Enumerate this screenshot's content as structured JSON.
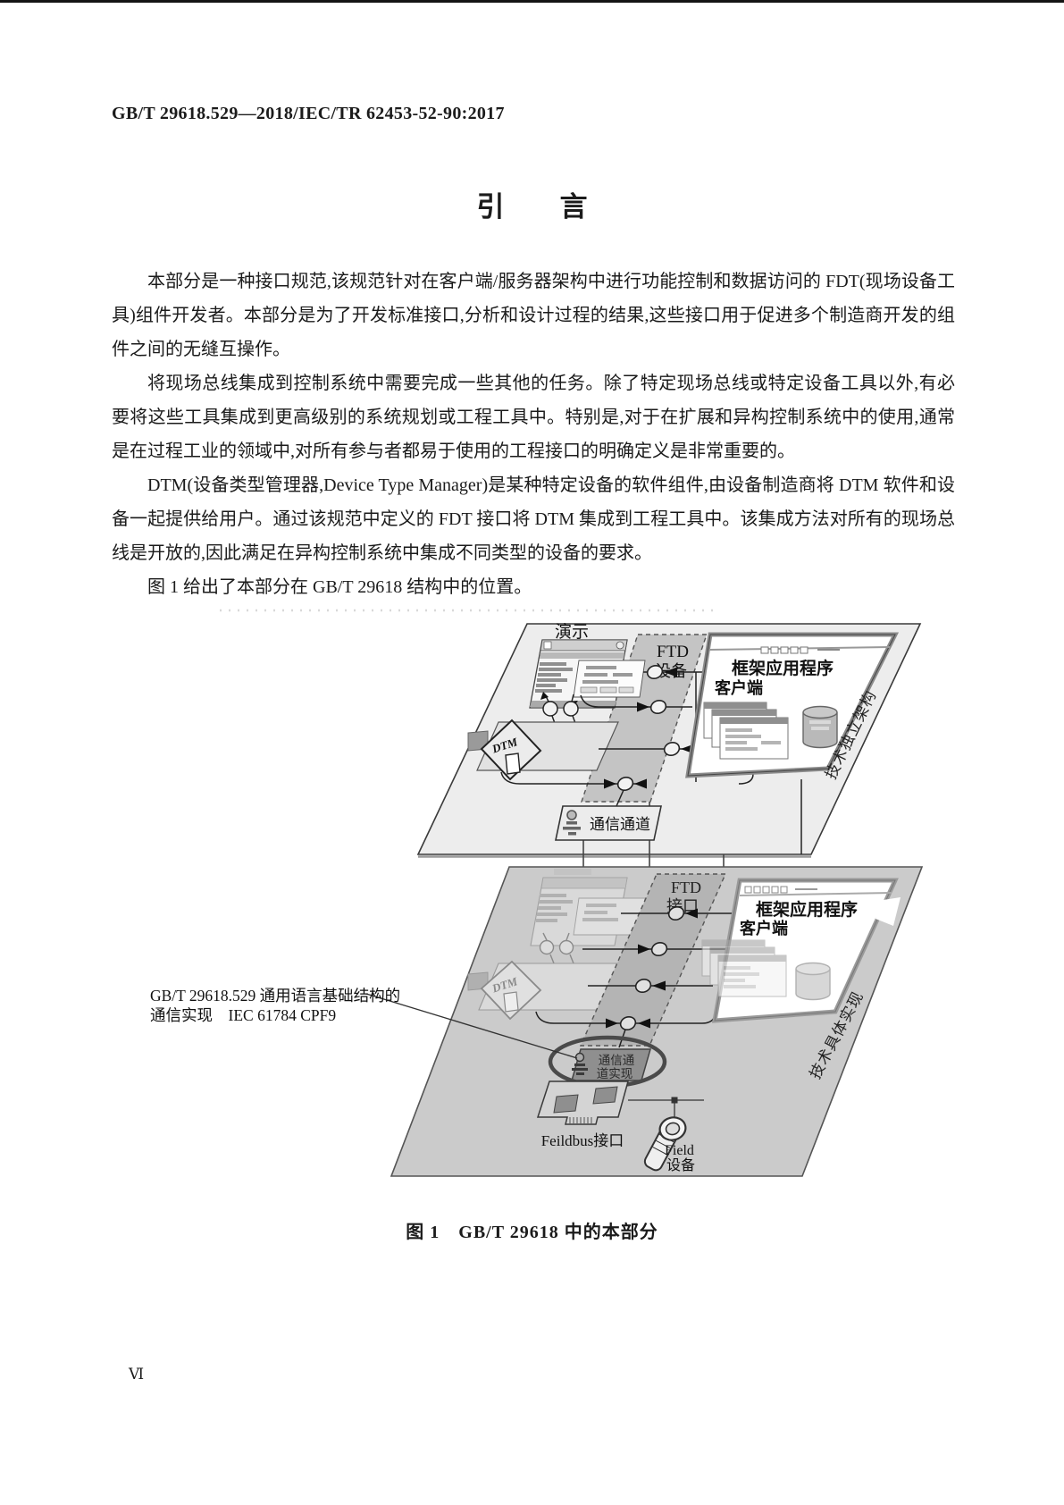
{
  "colors": {
    "ink": "#1b1b1b",
    "paper": "#ffffff",
    "plane_upper": "#ededed",
    "plane_lower": "#cbcbcb",
    "band_upper": "#c4c4c4",
    "band_lower": "#b4b4b4",
    "impl_box": "#8f8f8f"
  },
  "page": {
    "header": "GB/T 29618.529—2018/IEC/TR 62453-52-90:2017",
    "title": "引　　言",
    "page_number": "Ⅵ"
  },
  "paragraphs": {
    "p1": "本部分是一种接口规范,该规范针对在客户端/服务器架构中进行功能控制和数据访问的 FDT(现场设备工具)组件开发者。本部分是为了开发标准接口,分析和设计过程的结果,这些接口用于促进多个制造商开发的组件之间的无缝互操作。",
    "p2": "将现场总线集成到控制系统中需要完成一些其他的任务。除了特定现场总线或特定设备工具以外,有必要将这些工具集成到更高级别的系统规划或工程工具中。特别是,对于在扩展和异构控制系统中的使用,通常是在过程工业的领域中,对所有参与者都易于使用的工程接口的明确定义是非常重要的。",
    "p3": "DTM(设备类型管理器,Device Type Manager)是某种特定设备的软件组件,由设备制造商将 DTM 软件和设备一起提供给用户。通过该规范中定义的 FDT 接口将 DTM 集成到工程工具中。该集成方法对所有的现场总线是开放的,因此满足在异构控制系统中集成不同类型的设备的要求。",
    "p4": "图 1 给出了本部分在 GB/T 29618 结构中的位置。"
  },
  "figure": {
    "caption": "图 1　GB/T 29618 中的本部分",
    "upper": {
      "demo_label": "演示",
      "band1": "FTD",
      "band2": "设备",
      "win_title": "框架应用程序",
      "win_client": "客户端",
      "dtm": "DTM",
      "edge": "技术独立架构"
    },
    "channel": "通信通道",
    "lower": {
      "band1": "FTD",
      "band2": "接口",
      "win_title": "框架应用程序",
      "win_client": "客户端",
      "dtm": "DTM",
      "edge": "技术具体实现",
      "impl1": "通信通",
      "impl2": "道实现",
      "fieldbus": "Feildbus接口",
      "field1": "Field",
      "field2": "设备"
    },
    "callout1": "GB/T 29618.529 通用语言基础结构的",
    "callout2": "通信实现　IEC 61784 CPF9"
  }
}
